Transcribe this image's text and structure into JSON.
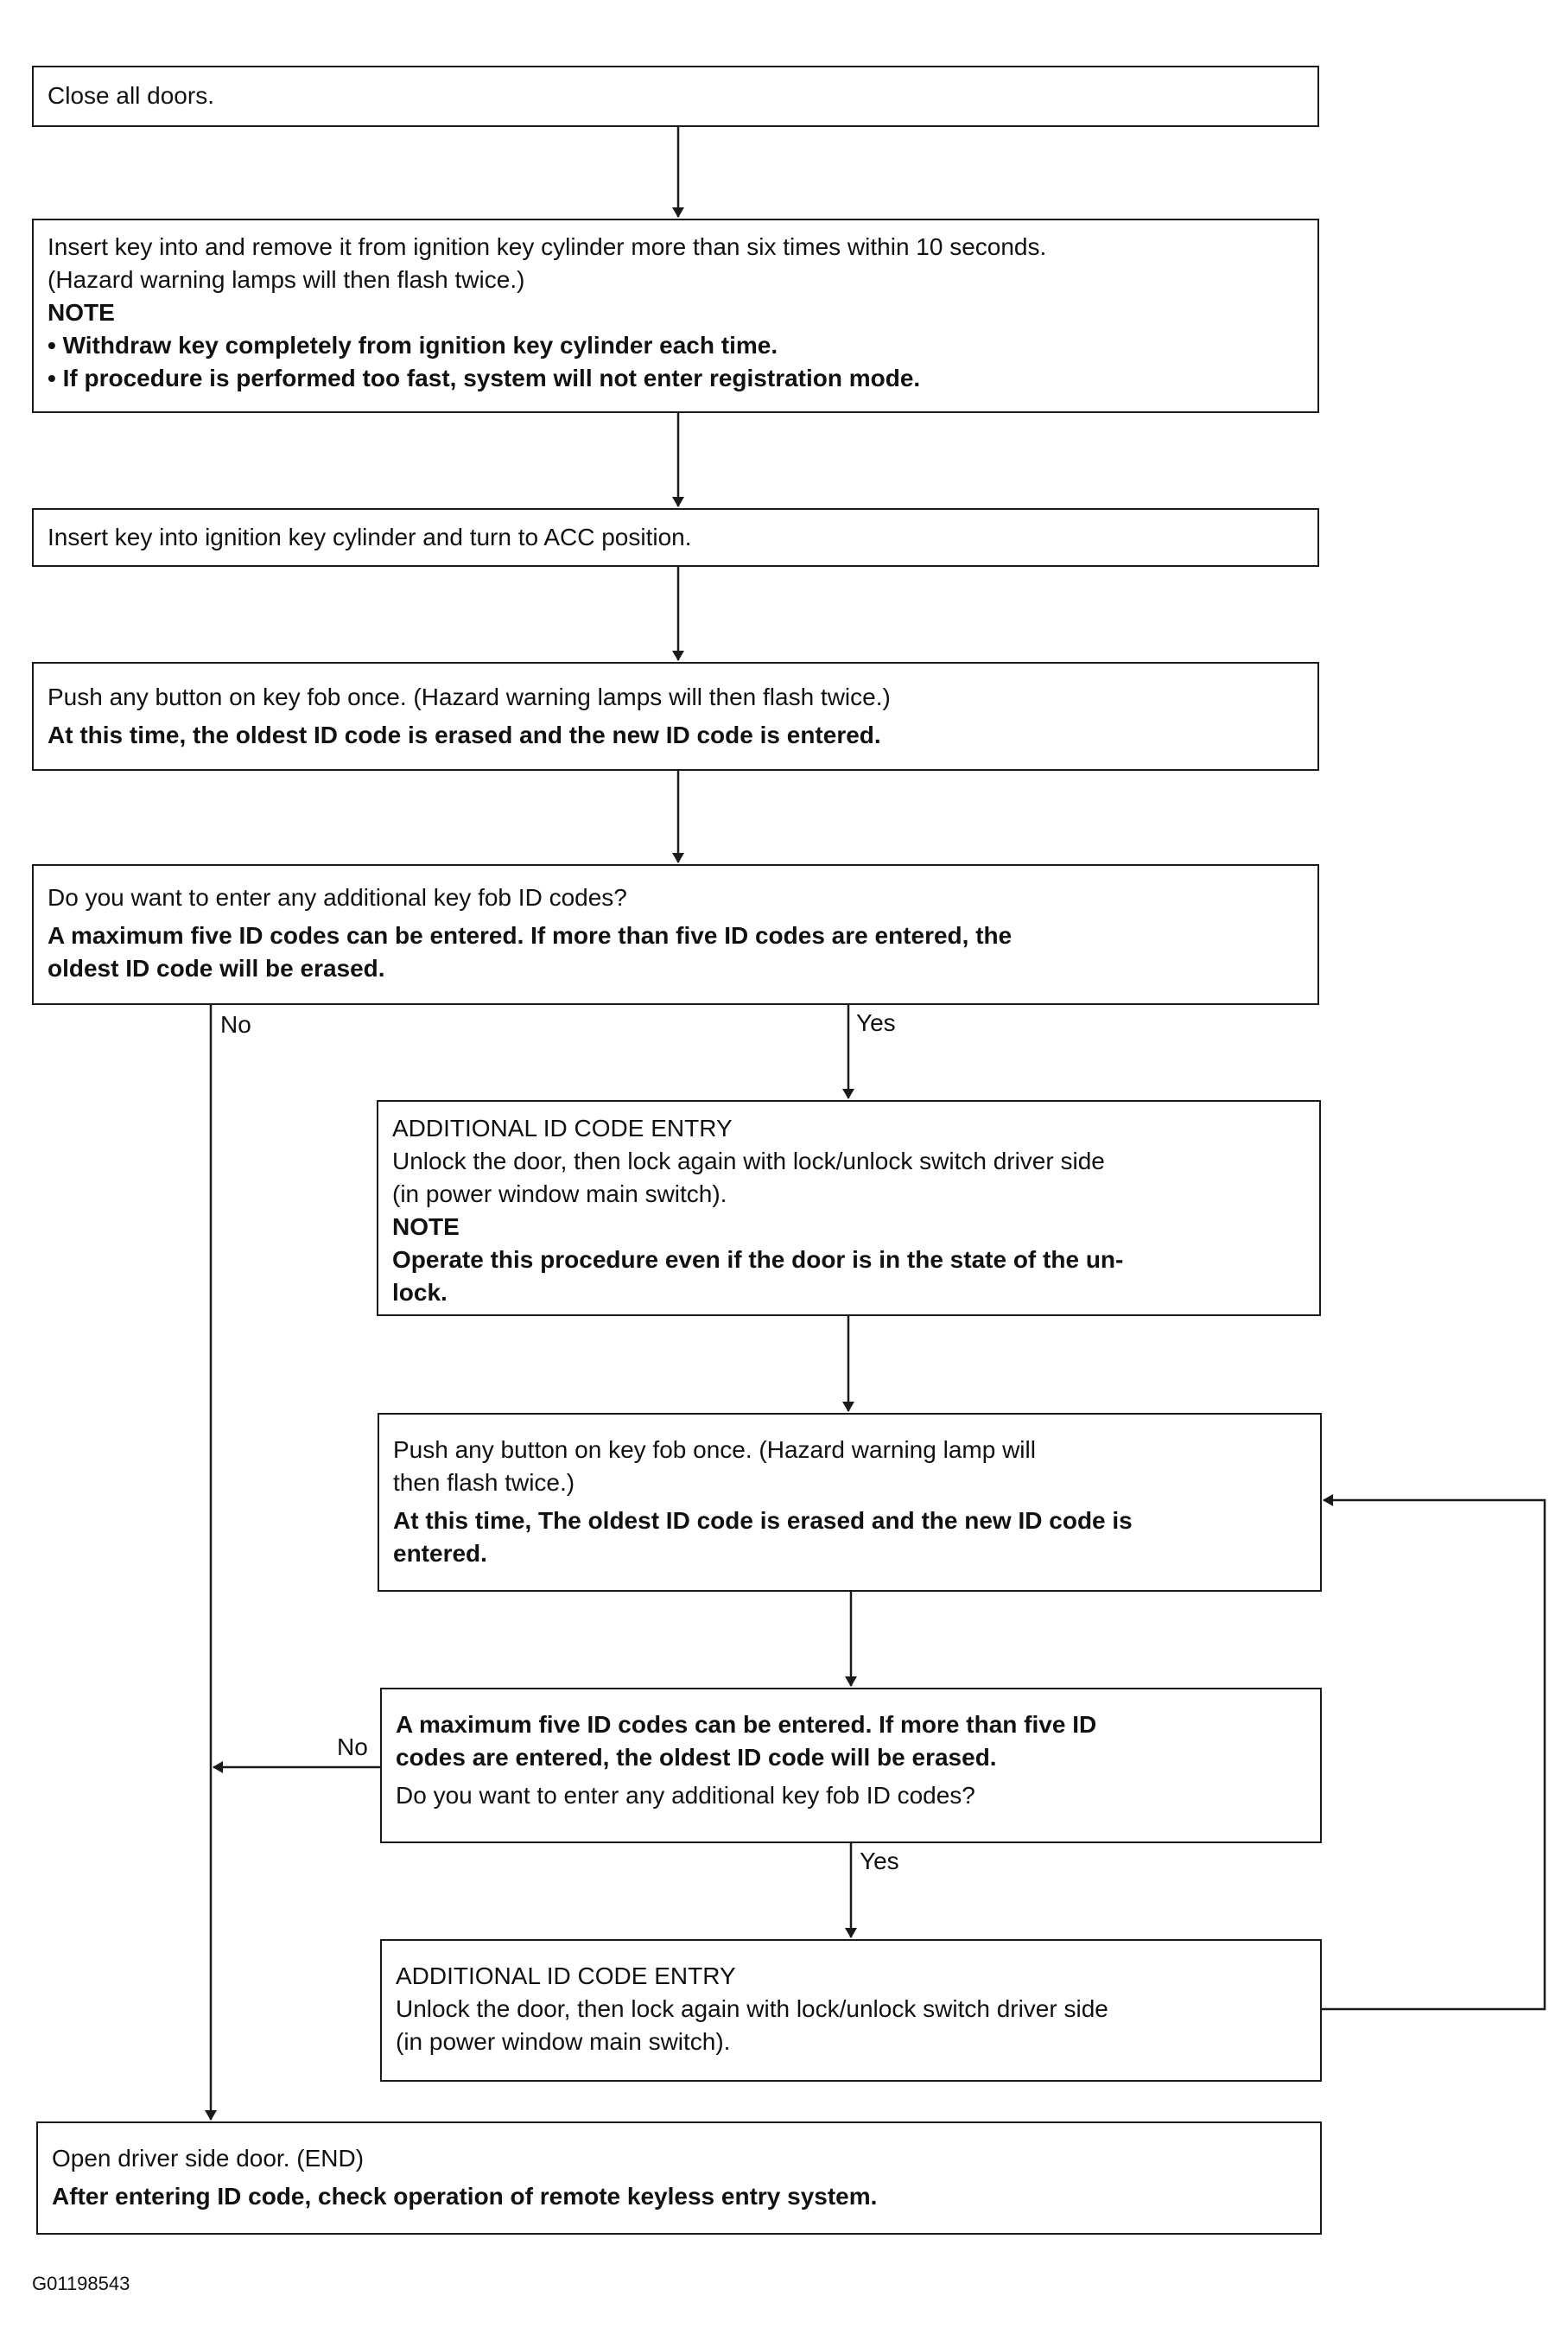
{
  "steps": {
    "close_doors": {
      "text": "Close all doors."
    },
    "insert_remove": {
      "line1": "Insert key into and remove it from ignition key cylinder more than six times within 10 seconds.",
      "line2": "(Hazard warning lamps will then flash twice.)",
      "note_label": "NOTE",
      "note1": "• Withdraw key completely from ignition key cylinder each time.",
      "note2": "• If procedure is performed too fast, system will not enter registration mode."
    },
    "acc_position": {
      "text": "Insert key into ignition key cylinder and turn to ACC position."
    },
    "push_button_1": {
      "line1": "Push any button on key fob once. (Hazard warning lamps will then flash twice.)",
      "bold1": "At this time, the oldest ID code is erased and the new ID code is entered."
    },
    "additional_question_1": {
      "line1": "Do you want to enter any additional key fob ID codes?",
      "bold1": "A  maximum five ID codes can be entered. If more than five ID codes are entered, the",
      "bold2": "oldest ID code will be erased."
    },
    "additional_entry_1": {
      "title": "ADDITIONAL ID CODE ENTRY",
      "line1": "Unlock the door, then lock again with lock/unlock switch driver side",
      "line2": "(in power window main switch).",
      "note_label": "NOTE",
      "bold1": "Operate this procedure even if the door is in the state of the un-",
      "bold2": "lock."
    },
    "push_button_2": {
      "line1": "Push any button on key fob once. (Hazard warning lamp will",
      "line2": "then flash twice.)",
      "bold1": "At this time, The oldest ID code is erased and the new ID code is",
      "bold2": "entered."
    },
    "additional_question_2": {
      "bold1": "A  maximum five ID codes can be entered. If more than five ID",
      "bold2": "codes are entered, the oldest ID code will be erased.",
      "line1": "Do you want to enter any additional key fob ID codes?"
    },
    "additional_entry_2": {
      "title": "ADDITIONAL ID CODE ENTRY",
      "line1": "Unlock the door, then lock again with lock/unlock switch driver side",
      "line2": "(in power window main switch)."
    },
    "open_door_end": {
      "line1": "Open driver side door. (END)",
      "bold1": "After entering ID code, check operation of remote keyless entry system."
    }
  },
  "branch_labels": {
    "no_1": "No",
    "yes_1": "Yes",
    "no_2": "No",
    "yes_2": "Yes"
  },
  "figure_id": "G01198543",
  "colors": {
    "line": "#1a1a1a",
    "background": "#ffffff"
  }
}
